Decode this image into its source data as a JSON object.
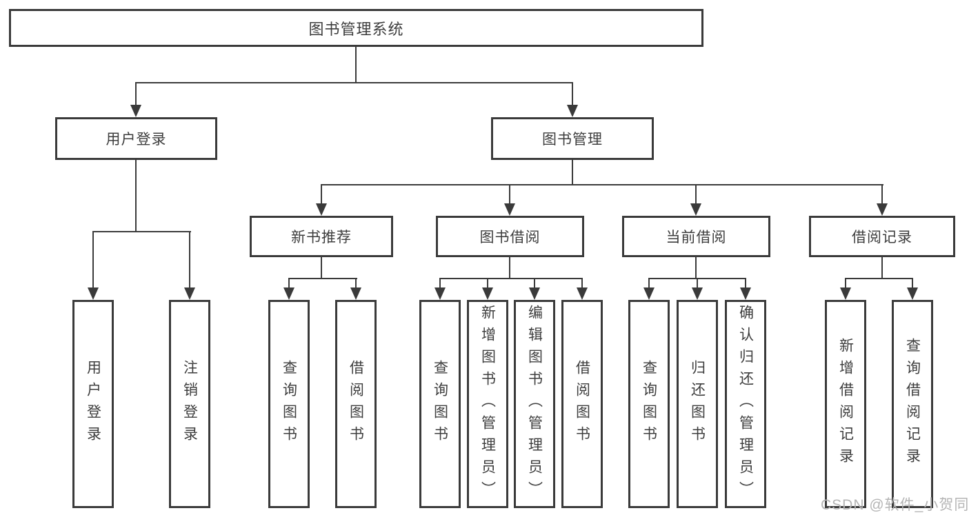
{
  "diagram": {
    "title": "图书管理系统",
    "root": {
      "label": "图书管理系统"
    },
    "level2": [
      {
        "label": "用户登录"
      },
      {
        "label": "图书管理"
      }
    ],
    "level3": [
      {
        "label": "新书推荐"
      },
      {
        "label": "图书借阅"
      },
      {
        "label": "当前借阅"
      },
      {
        "label": "借阅记录"
      }
    ],
    "leaves": {
      "user_login": [
        "用户登录",
        "注销登录"
      ],
      "new_book": [
        "查询图书",
        "借阅图书"
      ],
      "book_borrow": [
        "查询图书",
        "新增图书（管理员）",
        "编辑图书（管理员）",
        "借阅图书"
      ],
      "current_borrow": [
        "查询图书",
        "归还图书",
        "确认归还（管理员）"
      ],
      "borrow_records": [
        "新增借阅记录",
        "查询借阅记录"
      ]
    }
  },
  "watermark": {
    "label": "CSDN @软件_小贺同学"
  },
  "colors": {
    "line": "#3a3a3a",
    "text": "#3d3d3d",
    "background": "#ffffff",
    "watermark": "#b5b5b5"
  }
}
